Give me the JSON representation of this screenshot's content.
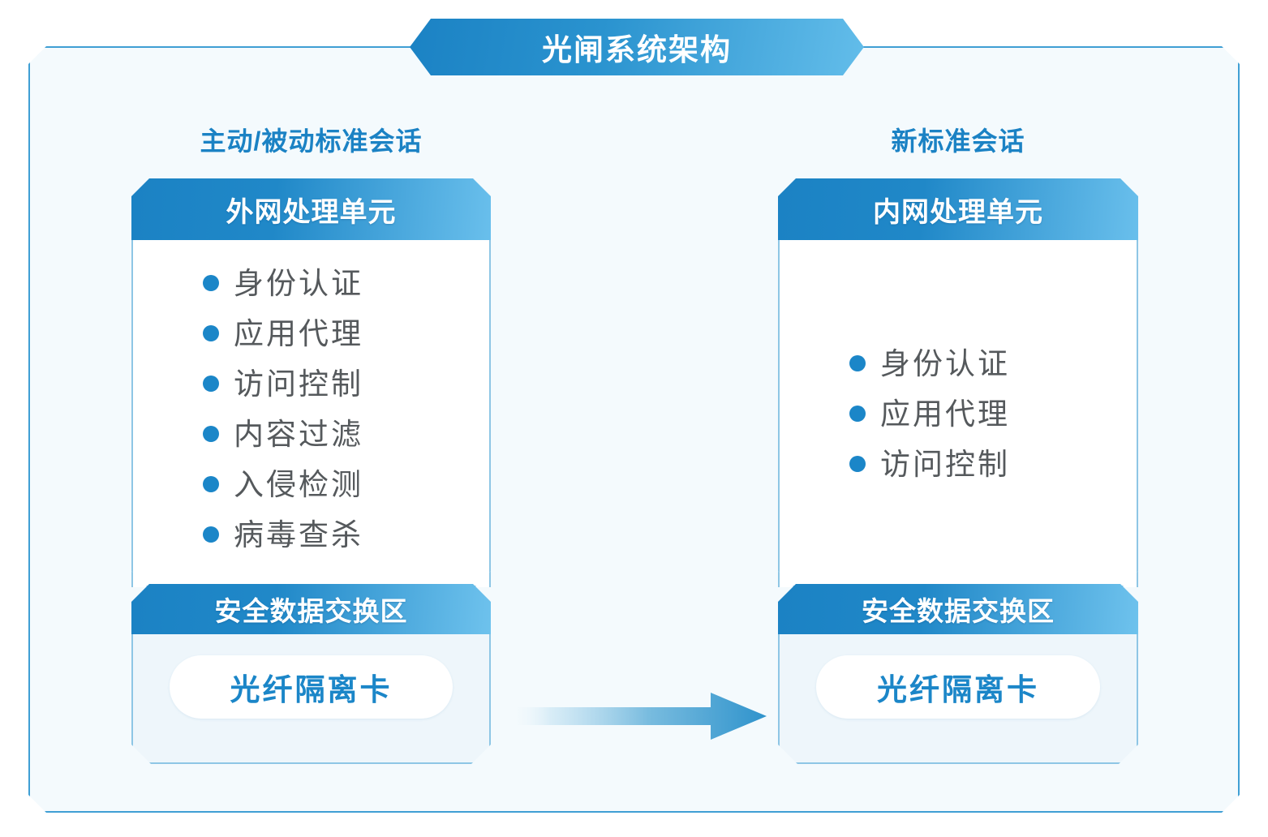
{
  "title": {
    "text": "光闸系统架构"
  },
  "colors": {
    "accent": "#1b82c4",
    "accent_light": "#69bfec",
    "bullet": "#1b86c8",
    "frame_border": "#3f9fd4",
    "frame_fill": "#f4fafd",
    "list_text": "#55595c",
    "exchange_fill": "#eef6fb"
  },
  "columns": [
    {
      "id": "left",
      "title": "主动/被动标准会话",
      "unit": {
        "header": "外网处理单元",
        "features": [
          "身份认证",
          "应用代理",
          "访问控制",
          "内容过滤",
          "入侵检测",
          "病毒查杀"
        ]
      },
      "exchange": {
        "header": "安全数据交换区",
        "item": "光纤隔离卡"
      }
    },
    {
      "id": "right",
      "title": "新标准会话",
      "unit": {
        "header": "内网处理单元",
        "features": [
          "身份认证",
          "应用代理",
          "访问控制"
        ]
      },
      "exchange": {
        "header": "安全数据交换区",
        "item": "光纤隔离卡"
      }
    }
  ],
  "arrow": {
    "direction": "left-to-right",
    "from": "left",
    "to": "right"
  }
}
